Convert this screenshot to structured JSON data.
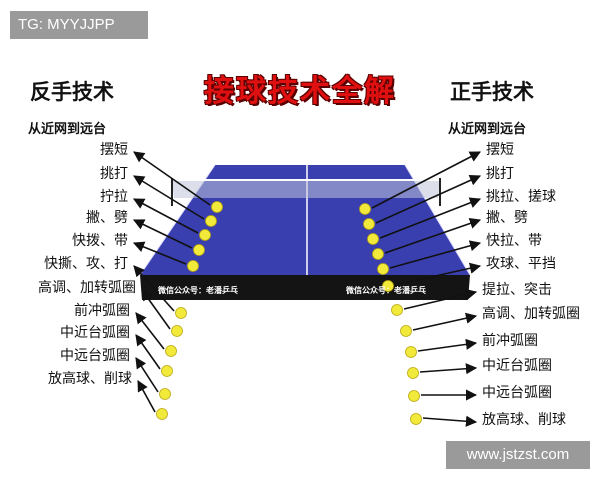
{
  "watermark_top": "TG: MYYJJPP",
  "watermark_bottom": "www.jstzst.com",
  "title": "接球技术全解",
  "backhand": {
    "title": "反手技术",
    "subtitle": "从近网到远台",
    "labels": [
      "摆短",
      "挑打",
      "拧拉",
      "撇、劈",
      "快拨、带",
      "快撕、攻、打",
      "高调、加转弧圈",
      "前冲弧圈",
      "中近台弧圈",
      "中远台弧圈",
      "放高球、削球"
    ]
  },
  "forehand": {
    "title": "正手技术",
    "subtitle": "从近网到远台",
    "labels": [
      "摆短",
      "挑打",
      "挑拉、搓球",
      "撇、劈",
      "快拉、带",
      "攻球、平挡",
      "提拉、突击",
      "高调、加转弧圈",
      "前冲弧圈",
      "中近台弧圈",
      "中远台弧圈",
      "放高球、削球"
    ]
  },
  "table_brand_left": "微信公众号：老潘乒乓",
  "table_brand_right": "微信公众号：老潘乒乓",
  "colors": {
    "table_top": "#3a3fb0",
    "table_edge": "#141414",
    "ball": "#f2ea3a",
    "title_red": "#e01010",
    "watermark": "#9a9a9a"
  }
}
